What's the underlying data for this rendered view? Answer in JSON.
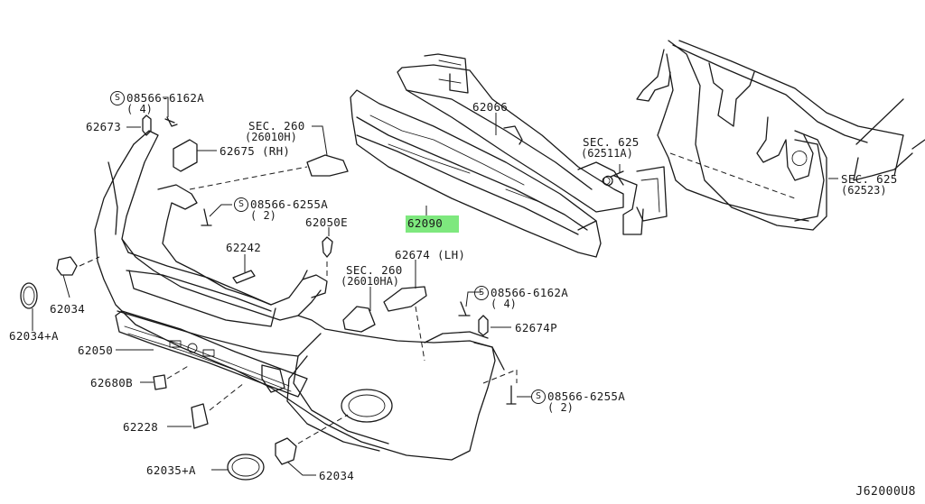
{
  "diagram": {
    "title": "Front Bumper Exploded Parts Diagram",
    "diagram_code": "J62000U8",
    "highlight_color": "#7ee87e",
    "line_color": "#1a1a1a"
  },
  "symbols": {
    "screw_mark": "S"
  },
  "parts": {
    "p08566_6162A_top": {
      "number": "08566-6162A",
      "qty": "( 4)"
    },
    "p62673": {
      "number": "62673"
    },
    "p62675": {
      "number": "62675 (RH)"
    },
    "sec260_h": {
      "number": "SEC. 260",
      "ref": "(26010H)"
    },
    "p08566_6255A_top": {
      "number": "08566-6255A",
      "qty": "( 2)"
    },
    "p62050E": {
      "number": "62050E"
    },
    "p62242": {
      "number": "62242"
    },
    "p62066": {
      "number": "62066"
    },
    "p62090": {
      "number": "62090",
      "highlighted": true
    },
    "sec625_a": {
      "number": "SEC. 625",
      "ref": "(62511A)"
    },
    "sec625_b": {
      "number": "SEC. 625",
      "ref": "(62523)"
    },
    "p62674": {
      "number": "62674 (LH)"
    },
    "sec260_ha": {
      "number": "SEC. 260",
      "ref": "(26010HA)"
    },
    "p08566_6162A_mid": {
      "number": "08566-6162A",
      "qty": "( 4)"
    },
    "p62674P": {
      "number": "62674P"
    },
    "p62034_left": {
      "number": "62034"
    },
    "p62034A": {
      "number": "62034+A"
    },
    "p62050": {
      "number": "62050"
    },
    "p62680B": {
      "number": "62680B"
    },
    "p62228": {
      "number": "62228"
    },
    "p08566_6255A_bot": {
      "number": "08566-6255A",
      "qty": "( 2)"
    },
    "p62035A": {
      "number": "62035+A"
    },
    "p62034_bottom": {
      "number": "62034"
    }
  }
}
